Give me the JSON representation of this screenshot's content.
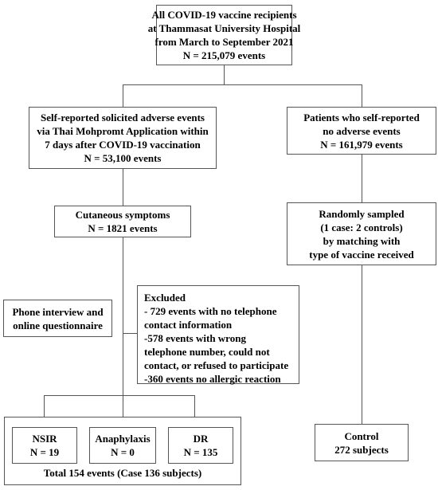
{
  "top": {
    "lines": [
      "All COVID-19 vaccine recipients",
      "at Thammasat University Hospital",
      "from March to September 2021",
      "N = 215,079 events"
    ]
  },
  "reported": {
    "lines": [
      "Self-reported solicited adverse events",
      "via Thai Mohpromt Application within",
      "7 days after COVID-19 vaccination",
      "N = 53,100 events"
    ]
  },
  "no_adverse": {
    "lines": [
      "Patients who self-reported",
      "no adverse events",
      "N = 161,979 events"
    ]
  },
  "cutaneous": {
    "lines": [
      "Cutaneous symptoms",
      "N = 1821 events"
    ]
  },
  "sampled": {
    "lines": [
      "Randomly sampled",
      "(1 case: 2 controls)",
      "by matching with",
      "type of vaccine received"
    ]
  },
  "phone": {
    "lines": [
      "Phone interview and",
      "online questionnaire"
    ]
  },
  "excluded": {
    "lines": [
      "Excluded",
      "- 729 events with no telephone",
      "contact information",
      "-578 events with wrong",
      "telephone number, could not",
      "contact, or refused to participate",
      "-360 events no allergic reaction"
    ]
  },
  "nsir": {
    "lines": [
      "NSIR",
      "N = 19"
    ]
  },
  "anaphylaxis": {
    "lines": [
      "Anaphylaxis",
      "N = 0"
    ]
  },
  "dr": {
    "lines": [
      "DR",
      "N = 135"
    ]
  },
  "total": {
    "text": "Total 154 events (Case 136 subjects)"
  },
  "control": {
    "lines": [
      "Control",
      "272 subjects"
    ]
  }
}
